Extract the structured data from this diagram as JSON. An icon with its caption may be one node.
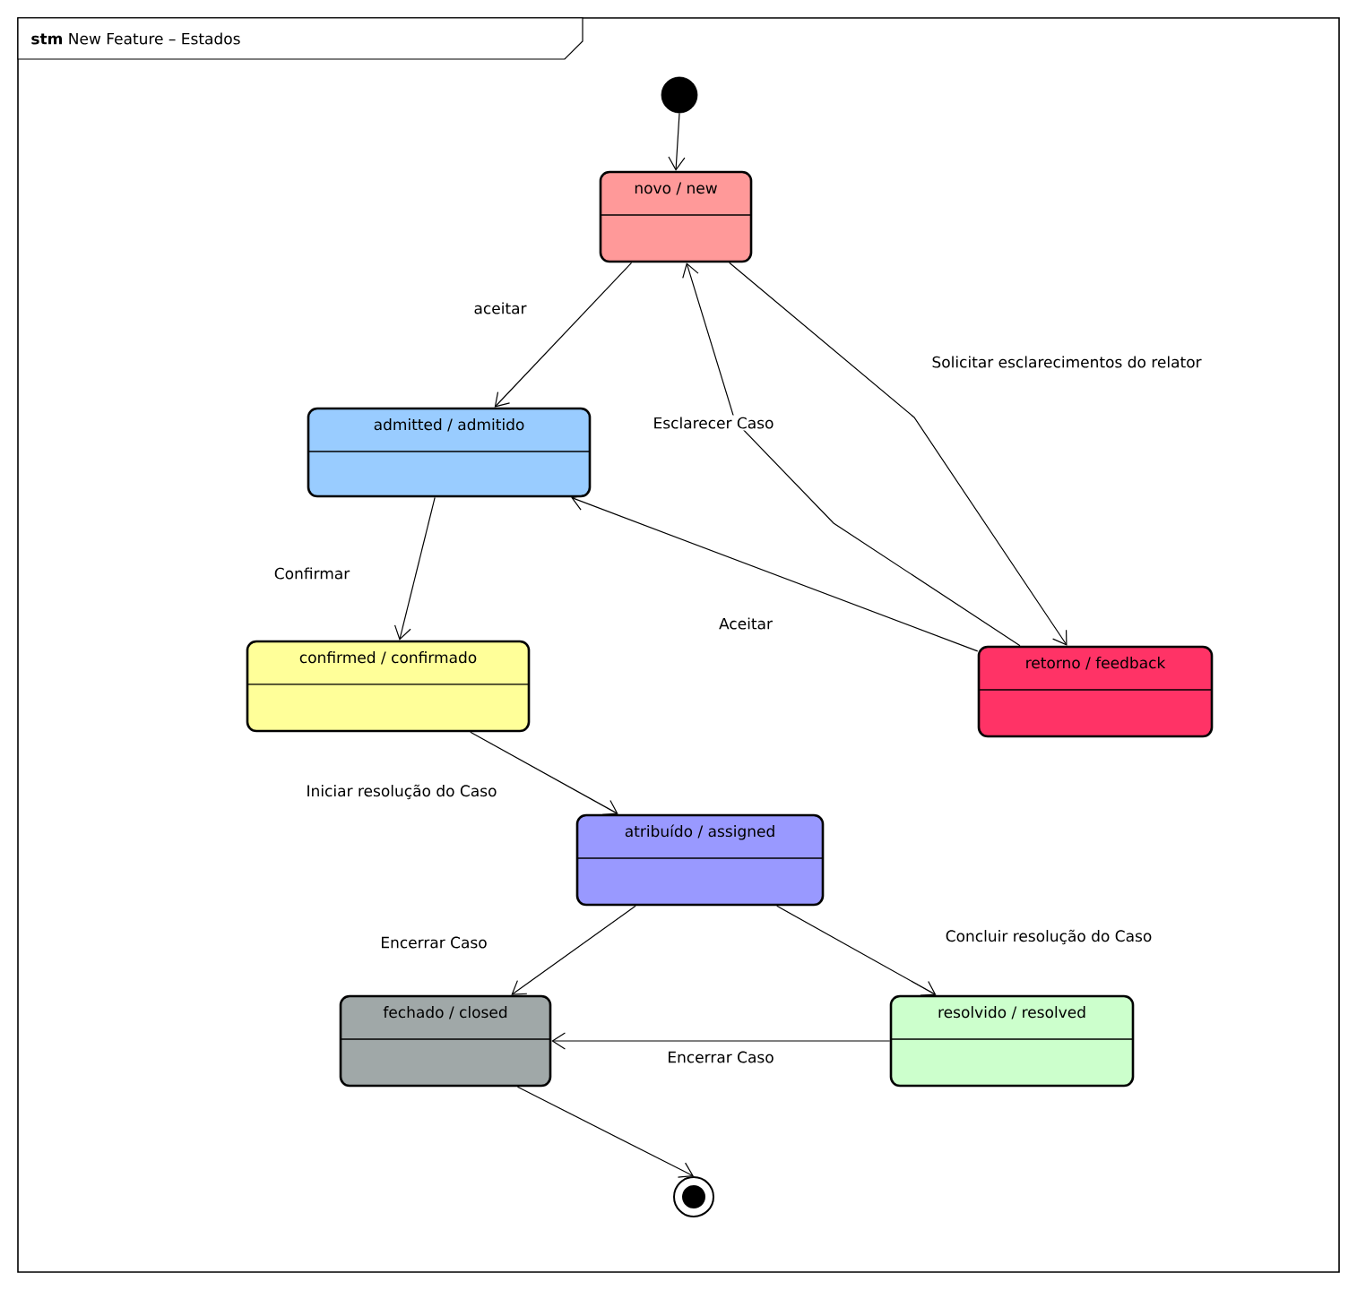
{
  "diagram": {
    "title": "**stm** New Feature – Estados",
    "nodes": [
      {
        "text": [],
        "shape": "circle"
      },
      {
        "text": [
          "novo / new"
        ]
      },
      {
        "text": [
          "admitted / admitido"
        ]
      },
      {
        "text": [
          "confirmed / confirmado"
        ]
      },
      {
        "text": [
          "retorno / feedback"
        ]
      },
      {
        "text": [
          "atribuído / assigned"
        ]
      },
      {
        "text": [
          "fechado / closed"
        ]
      },
      {
        "text": [
          "resolvido / resolved"
        ]
      },
      {
        "text": [],
        "shape": "circle"
      }
    ],
    "edges": [
      {
        "from": 0,
        "to": 1,
        "arrow": "to"
      },
      {
        "from": 1,
        "to": 2,
        "arrow": "to",
        "label": "aceitar"
      },
      {
        "from": 2,
        "to": 3,
        "arrow": "to",
        "label": "Confirmar"
      },
      {
        "from": 1,
        "to": 4,
        "arrow": "to",
        "label": "Solicitar  esclarecimentos do relator"
      },
      {
        "from": 4,
        "to": 1,
        "arrow": "to",
        "label": "Esclarecer Caso"
      },
      {
        "from": 4,
        "to": 2,
        "arrow": "to",
        "label": "Aceitar"
      },
      {
        "from": 3,
        "to": 5,
        "arrow": "to",
        "label": "Iniciar resolução do Caso"
      },
      {
        "from": 5,
        "to": 6,
        "arrow": "to",
        "label": "Encerrar Caso"
      },
      {
        "from": 5,
        "to": 7,
        "arrow": "to",
        "label": "Concluir resolução do Caso"
      },
      {
        "from": 7,
        "to": 6,
        "arrow": "to",
        "label": "Encerrar Caso"
      },
      {
        "from": 6,
        "to": 8,
        "arrow": "to"
      }
    ]
  }
}
